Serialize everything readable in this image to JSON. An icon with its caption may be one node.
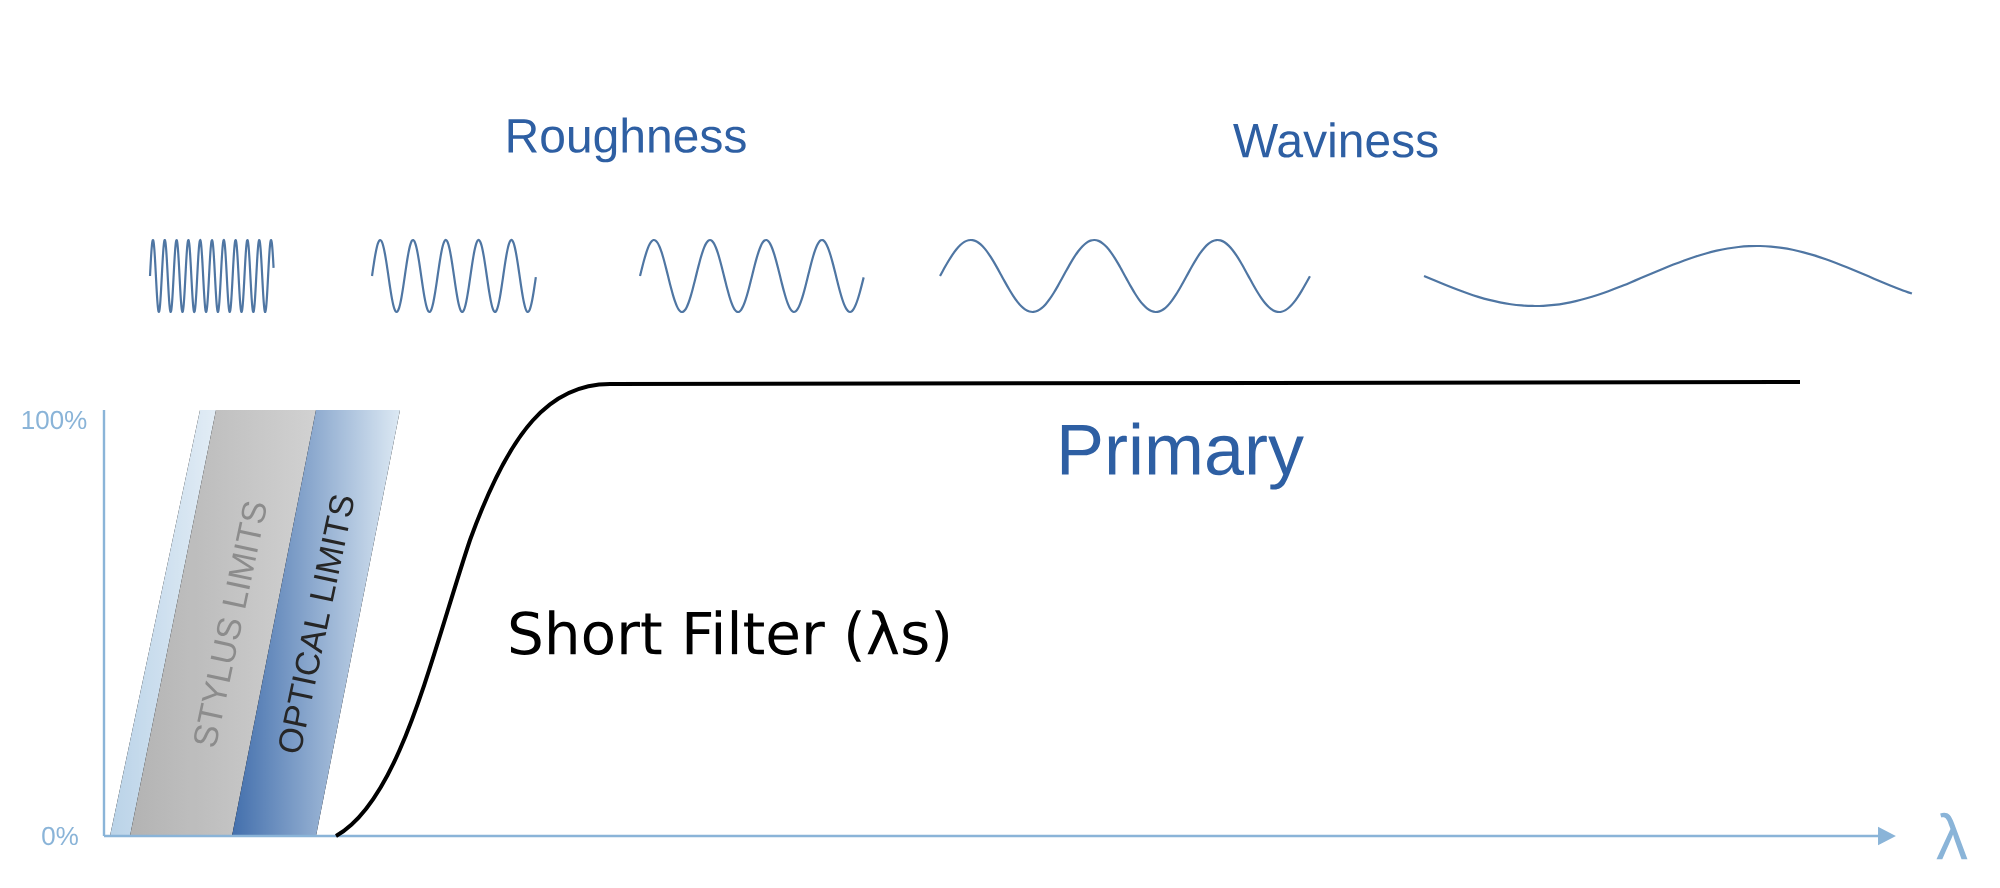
{
  "diagram": {
    "labels": [
      "Roughness",
      "Waviness",
      "100%",
      "Primary",
      "STYLUS LIMITS",
      "OPTICAL LIMITS",
      "Short Filter (λs)",
      "0%",
      "λ"
    ]
  }
}
